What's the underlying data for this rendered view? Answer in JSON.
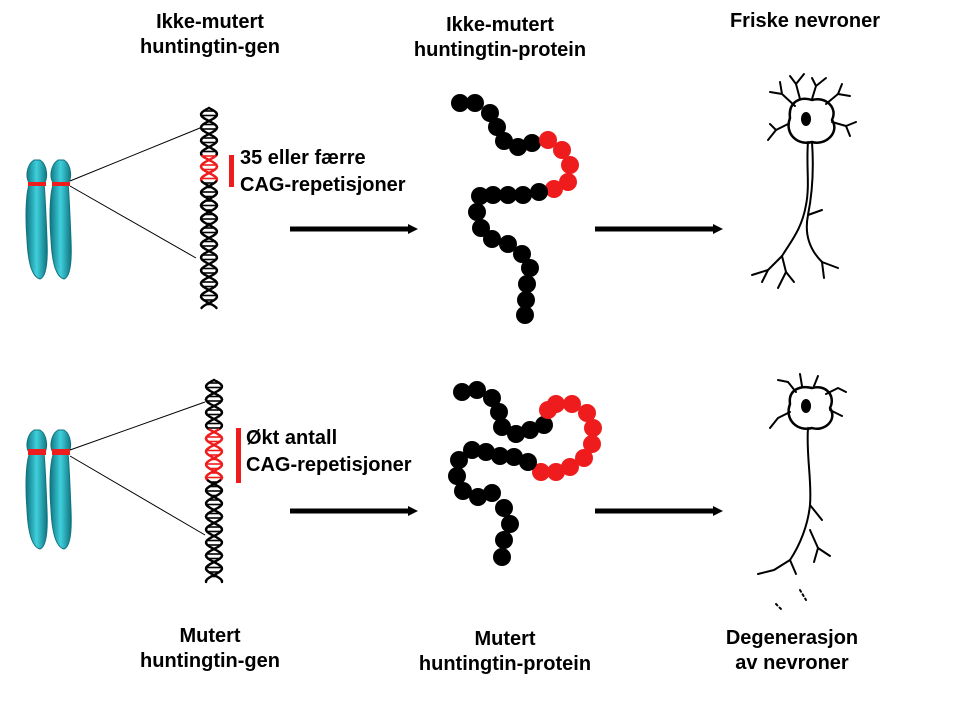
{
  "labels": {
    "gene_normal": [
      "Ikke-mutert",
      "huntingtin-gen"
    ],
    "protein_normal": [
      "Ikke-mutert",
      "huntingtin-protein"
    ],
    "neurons_healthy": "Friske nevroner",
    "gene_mutant": [
      "Mutert",
      "huntingtin-gen"
    ],
    "protein_mutant": [
      "Mutert",
      "huntingtin-protein"
    ],
    "neurons_degenerating": [
      "Degenerasjon",
      "av nevroner"
    ]
  },
  "repeats": {
    "normal": [
      "35 eller færre",
      "CAG-repetisjoner"
    ],
    "expanded": [
      "Økt antall",
      "CAG-repetisjoner"
    ]
  },
  "colors": {
    "chromosome": "#2fb3c0",
    "chromosome_dark": "#137f8a",
    "cag_red": "#ee1c1c",
    "bead_black": "#000000",
    "arrow": "#000000"
  },
  "icons": [
    "chromosome-icon",
    "dna-helix-icon",
    "protein-chain-icon",
    "neuron-icon",
    "arrow-icon"
  ]
}
